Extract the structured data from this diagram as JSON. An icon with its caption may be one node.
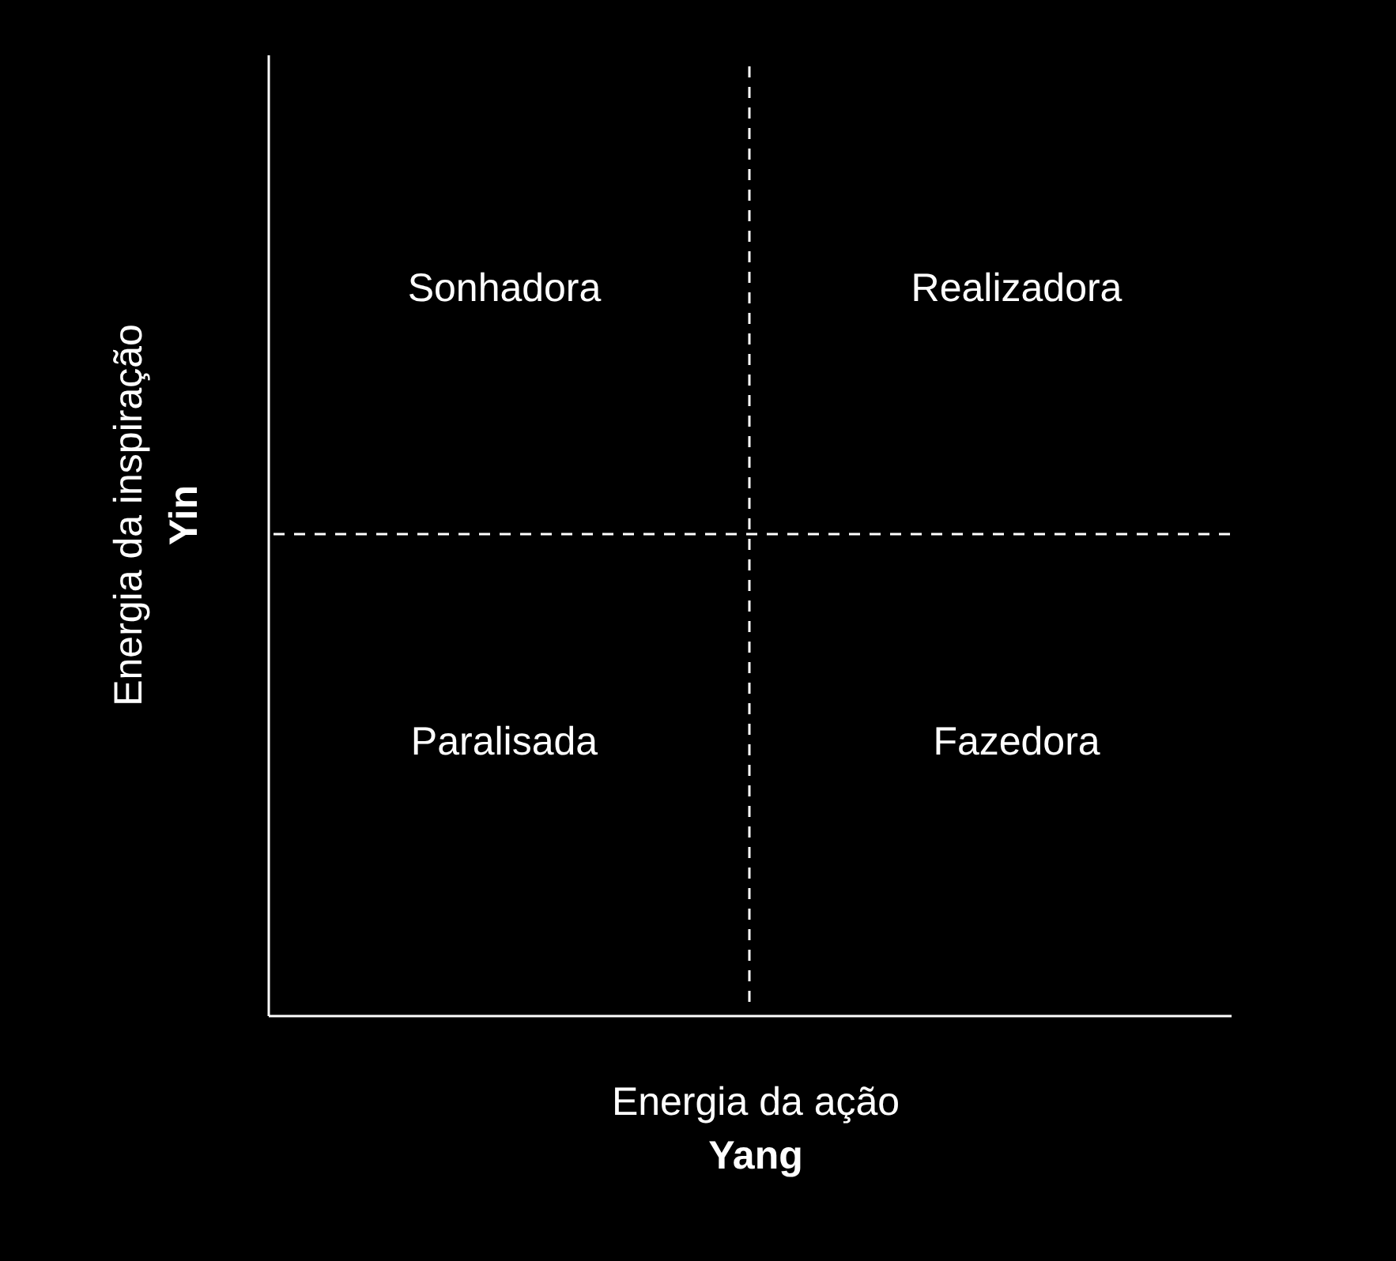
{
  "diagram": {
    "labels": [
      "Energia da inspiração",
      "Yin",
      "Sonhadora",
      "Realizadora",
      "Paralisada",
      "Fazedora",
      "Energia da ação",
      "Yang"
    ]
  }
}
